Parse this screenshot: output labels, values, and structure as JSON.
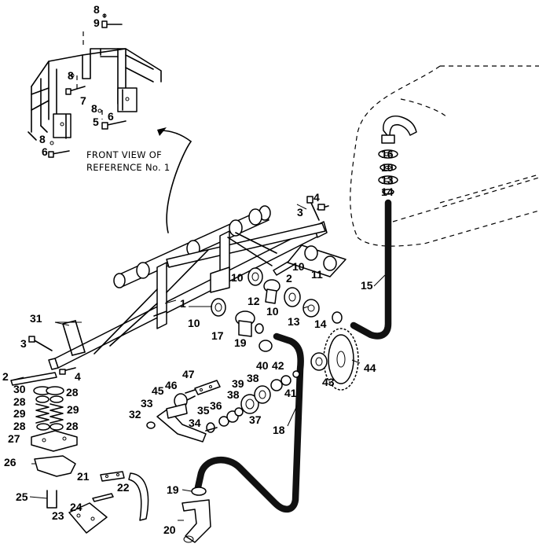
{
  "figure": {
    "inset_caption": [
      "FRONT VIEW OF",
      "REFERENCE No. 1"
    ],
    "callouts": [
      {
        "id": "l8a",
        "text": "8"
      },
      {
        "id": "l9a",
        "text": "9"
      },
      {
        "id": "l8b",
        "text": "8"
      },
      {
        "id": "l7",
        "text": "7"
      },
      {
        "id": "l8c",
        "text": "8"
      },
      {
        "id": "l5",
        "text": "5"
      },
      {
        "id": "l6a",
        "text": "6"
      },
      {
        "id": "l8d",
        "text": "8"
      },
      {
        "id": "l6b",
        "text": "6"
      },
      {
        "id": "l16",
        "text": "16"
      },
      {
        "id": "l10a",
        "text": "10"
      },
      {
        "id": "l13a",
        "text": "13"
      },
      {
        "id": "l14a",
        "text": "14"
      },
      {
        "id": "l15",
        "text": "15"
      },
      {
        "id": "l4a",
        "text": "4"
      },
      {
        "id": "l3a",
        "text": "3"
      },
      {
        "id": "l10b",
        "text": "10"
      },
      {
        "id": "l2a",
        "text": "2"
      },
      {
        "id": "l11",
        "text": "11"
      },
      {
        "id": "l10c",
        "text": "10"
      },
      {
        "id": "l12",
        "text": "12"
      },
      {
        "id": "l10d",
        "text": "10"
      },
      {
        "id": "l13b",
        "text": "13"
      },
      {
        "id": "l14b",
        "text": "14"
      },
      {
        "id": "l1",
        "text": "1"
      },
      {
        "id": "l10e",
        "text": "10"
      },
      {
        "id": "l17",
        "text": "17"
      },
      {
        "id": "l19a",
        "text": "19"
      },
      {
        "id": "l31",
        "text": "31"
      },
      {
        "id": "l3b",
        "text": "3"
      },
      {
        "id": "l2b",
        "text": "2"
      },
      {
        "id": "l4b",
        "text": "4"
      },
      {
        "id": "l30",
        "text": "30"
      },
      {
        "id": "l28a",
        "text": "28"
      },
      {
        "id": "l28b",
        "text": "28"
      },
      {
        "id": "l29a",
        "text": "29"
      },
      {
        "id": "l29b",
        "text": "29"
      },
      {
        "id": "l28c",
        "text": "28"
      },
      {
        "id": "l28d",
        "text": "28"
      },
      {
        "id": "l27",
        "text": "27"
      },
      {
        "id": "l26",
        "text": "26"
      },
      {
        "id": "l21",
        "text": "21"
      },
      {
        "id": "l22",
        "text": "22"
      },
      {
        "id": "l25",
        "text": "25"
      },
      {
        "id": "l24",
        "text": "24"
      },
      {
        "id": "l23",
        "text": "23"
      },
      {
        "id": "l47",
        "text": "47"
      },
      {
        "id": "l46",
        "text": "46"
      },
      {
        "id": "l45",
        "text": "45"
      },
      {
        "id": "l33",
        "text": "33"
      },
      {
        "id": "l32",
        "text": "32"
      },
      {
        "id": "l34",
        "text": "34"
      },
      {
        "id": "l35",
        "text": "35"
      },
      {
        "id": "l36",
        "text": "36"
      },
      {
        "id": "l38a",
        "text": "38"
      },
      {
        "id": "l37",
        "text": "37"
      },
      {
        "id": "l39",
        "text": "39"
      },
      {
        "id": "l38b",
        "text": "38"
      },
      {
        "id": "l40",
        "text": "40"
      },
      {
        "id": "l42",
        "text": "42"
      },
      {
        "id": "l41",
        "text": "41"
      },
      {
        "id": "l43",
        "text": "43"
      },
      {
        "id": "l44",
        "text": "44"
      },
      {
        "id": "l18",
        "text": "18"
      },
      {
        "id": "l19b",
        "text": "19"
      },
      {
        "id": "l20",
        "text": "20"
      }
    ]
  }
}
